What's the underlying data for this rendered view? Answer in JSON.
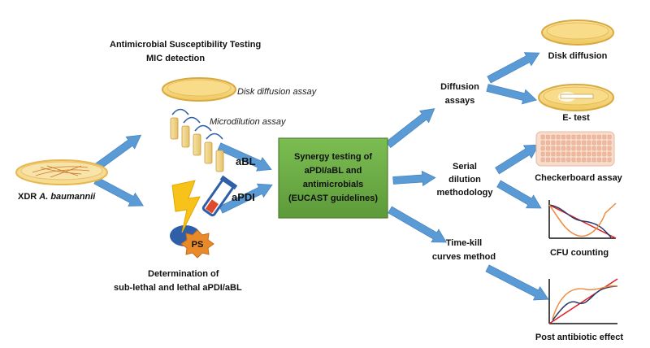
{
  "title_line1": "Antimicrobial  Susceptibility Testing",
  "title_line2": "MIC detection",
  "disk_diffusion_assay": "Disk diffusion assay",
  "microdilution_assay": "Microdilution assay",
  "abl_label": "aBL",
  "apdi_label": "aPDI",
  "ps_label": "PS",
  "xdr_prefix": "XDR ",
  "xdr_species": "A. baumannii",
  "determination_line1": "Determination  of",
  "determination_line2": "sub-lethal  and lethal  aPDI/aBL",
  "synergy_box": [
    "Synergy testing  of",
    "aPDI/aBL and",
    "antimicrobials",
    "(EUCAST guidelines)"
  ],
  "diffusion_assays": [
    "Diffusion",
    "assays"
  ],
  "serial_dilution": [
    "Serial",
    "dilution",
    "methodology"
  ],
  "time_kill": [
    "Time-kill",
    "curves method"
  ],
  "disk_diffusion": "Disk diffusion",
  "e_test": "E- test",
  "checkerboard_assay": "Checkerboard  assay",
  "cfu_counting": "CFU counting",
  "post_antibiotic_effect": "Post antibiotic  effect",
  "colors": {
    "arrow": "#5b9bd5",
    "arrow_edge": "#4a86c0",
    "green_box": "#6fad47",
    "plate_fill": "#f5d98a",
    "plate_rim": "#e8b74f",
    "lightning": "#f7c21a",
    "ps_star": "#e88a2a",
    "flask": "#2f5fa8",
    "tube": "#f2d27a",
    "well_fill": "#f4c9b4",
    "well_plate": "#f8dccd",
    "curve_red": "#e02020",
    "curve_orange": "#f08a3a",
    "curve_navy": "#2b3a66"
  }
}
